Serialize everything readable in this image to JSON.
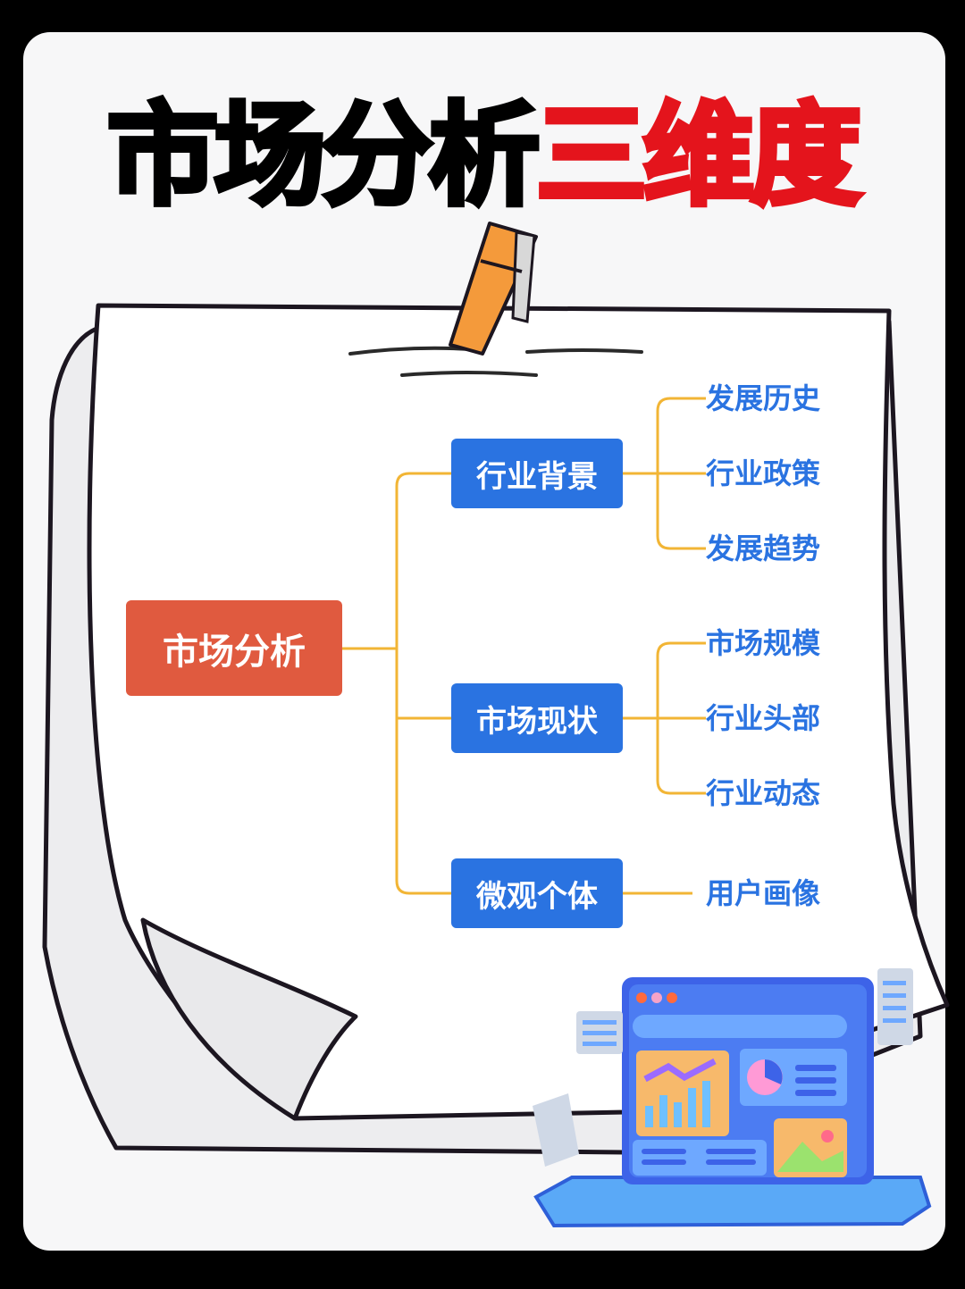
{
  "title": {
    "part_black": "市场分析",
    "part_red": "三维度"
  },
  "colors": {
    "root": "#e05a3f",
    "mid": "#2a73e1",
    "leaf_text": "#2a73e1",
    "connector": "#f2b535",
    "title_red": "#e4141c"
  },
  "mindmap": {
    "root": "市场分析",
    "branches": [
      {
        "label": "行业背景",
        "children": [
          "发展历史",
          "行业政策",
          "发展趋势"
        ]
      },
      {
        "label": "市场现状",
        "children": [
          "市场规模",
          "行业头部",
          "行业动态"
        ]
      },
      {
        "label": "微观个体",
        "children": [
          "用户画像"
        ]
      }
    ]
  }
}
